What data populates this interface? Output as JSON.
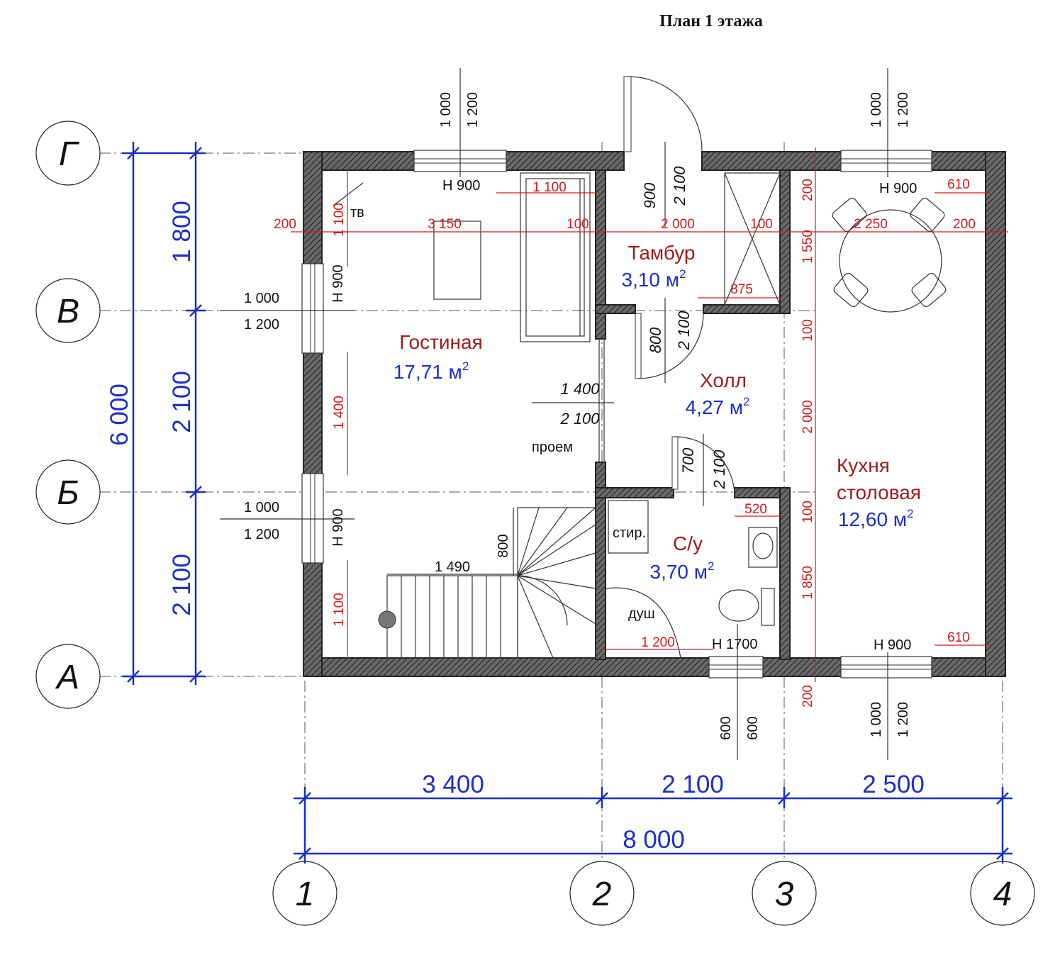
{
  "title": "План 1 этажа",
  "rooms": {
    "living": {
      "name": "Гостиная",
      "area": "17,71 м",
      "sup": "2"
    },
    "vestibule": {
      "name": "Тамбур",
      "area": "3,10 м",
      "sup": "2"
    },
    "hall": {
      "name": "Холл",
      "area": "4,27 м",
      "sup": "2"
    },
    "bathroom": {
      "name": "С/у",
      "area": "3,70 м",
      "sup": "2"
    },
    "kitchen": {
      "name": "Кухня",
      "name2": "столовая",
      "area": "12,60 м",
      "sup": "2"
    }
  },
  "labels": {
    "tv": "тв",
    "opening": "проем",
    "washer": "стир.",
    "shower": "душ"
  },
  "axes": {
    "rows": [
      "Г",
      "В",
      "Б",
      "А"
    ],
    "cols": [
      "1",
      "2",
      "3",
      "4"
    ]
  },
  "overall_dims": {
    "left_total": "6 000",
    "left_segments": [
      "1 800",
      "2 100",
      "2 100"
    ],
    "bottom_segments": [
      "3 400",
      "2 100",
      "2 500"
    ],
    "bottom_total": "8 000"
  },
  "window_marks": {
    "top_left": [
      "1 000",
      "1 200"
    ],
    "top_right": [
      "1 000",
      "1 200"
    ],
    "bottom_right": [
      "1 000",
      "1 200"
    ],
    "bottom_wc": [
      "600",
      "600"
    ],
    "left_upper": [
      "1 000",
      "1 200"
    ],
    "left_lower": [
      "1 000",
      "1 200"
    ],
    "sill_h900": "Н 900",
    "sill_h1700": "Н 1700"
  },
  "doors": {
    "entry": [
      "900",
      "2 100"
    ],
    "hall": [
      "800",
      "2 100"
    ],
    "wc": [
      "700",
      "2 100"
    ],
    "opening": [
      "1 400",
      "2 100"
    ]
  },
  "red_dims": {
    "horizontal": [
      "200",
      "3 150",
      "100",
      "2 000",
      "100",
      "2 250",
      "200"
    ],
    "living_top": "1 100",
    "living_left": [
      "1 100",
      "1 400",
      "1 100"
    ],
    "tambour_closet": "875",
    "kitchen_right_top": "610",
    "kitchen_right_bottom": "610",
    "kitchen_vertical": [
      "200",
      "1 550",
      "100",
      "2 000",
      "100",
      "1 850",
      "200"
    ],
    "wc_width": "1 200",
    "wc_sink": "520"
  },
  "stairs": {
    "run": "1 490",
    "width": "800"
  }
}
